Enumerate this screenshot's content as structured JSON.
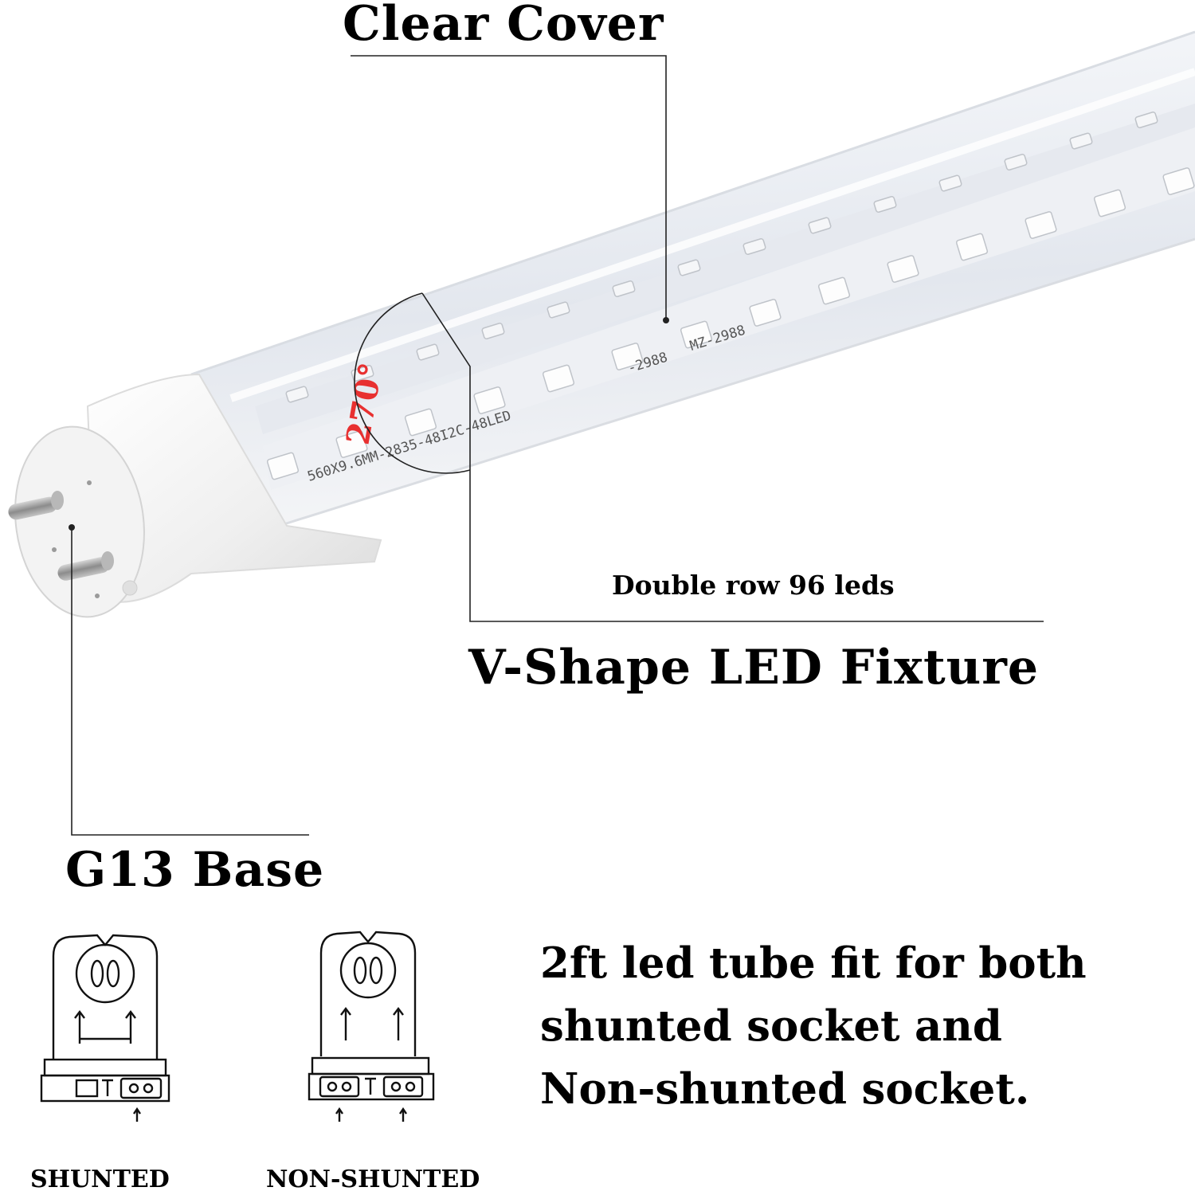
{
  "labels": {
    "clear_cover": "Clear Cover",
    "double_row": "Double row 96 leds",
    "v_shape": "V-Shape LED Fixture",
    "g13_base": "G13 Base",
    "fit_note": [
      "2ft led tube fit for both",
      "shunted socket and",
      "Non-shunted socket."
    ],
    "shunted": "SHUNTED",
    "non_shunted": "NON-SHUNTED"
  },
  "tube_print": {
    "board_code": "560X9.6MM-2835-48I2C-48LED",
    "code_short": "-2988",
    "code_model": "MZ-2988",
    "angle": "270°"
  },
  "colors": {
    "text": "#000000",
    "angle_mark": "#e83030",
    "endcap": "#f1f1f1",
    "pins": "#9a9a9a"
  },
  "icons": {
    "shunted_socket": "shunted-socket-icon",
    "non_shunted_socket": "non-shunted-socket-icon"
  }
}
